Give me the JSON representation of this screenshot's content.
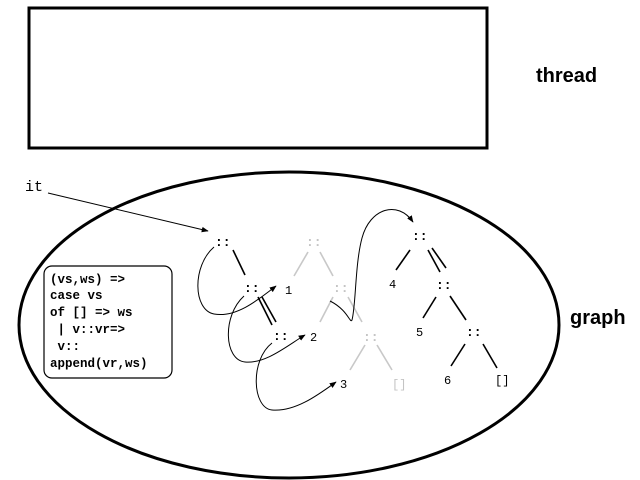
{
  "labels": {
    "thread": "thread",
    "graph": "graph",
    "it": "it"
  },
  "code_box": {
    "lines": [
      "(vs,ws) =>",
      "case vs",
      "of [] => ws",
      " | v::vr=>",
      " v::",
      "append(vr,ws)"
    ]
  },
  "tree_left": {
    "cons": "::",
    "values": [
      "1",
      "2",
      "3"
    ],
    "nil": "[]"
  },
  "tree_faint": {
    "cons": "::",
    "nil": "[]"
  },
  "tree_right": {
    "cons": "::",
    "values": [
      "4",
      "5",
      "6"
    ],
    "nil": "[]"
  },
  "colors": {
    "ink": "#000000",
    "faint": "#c4c4c4"
  }
}
